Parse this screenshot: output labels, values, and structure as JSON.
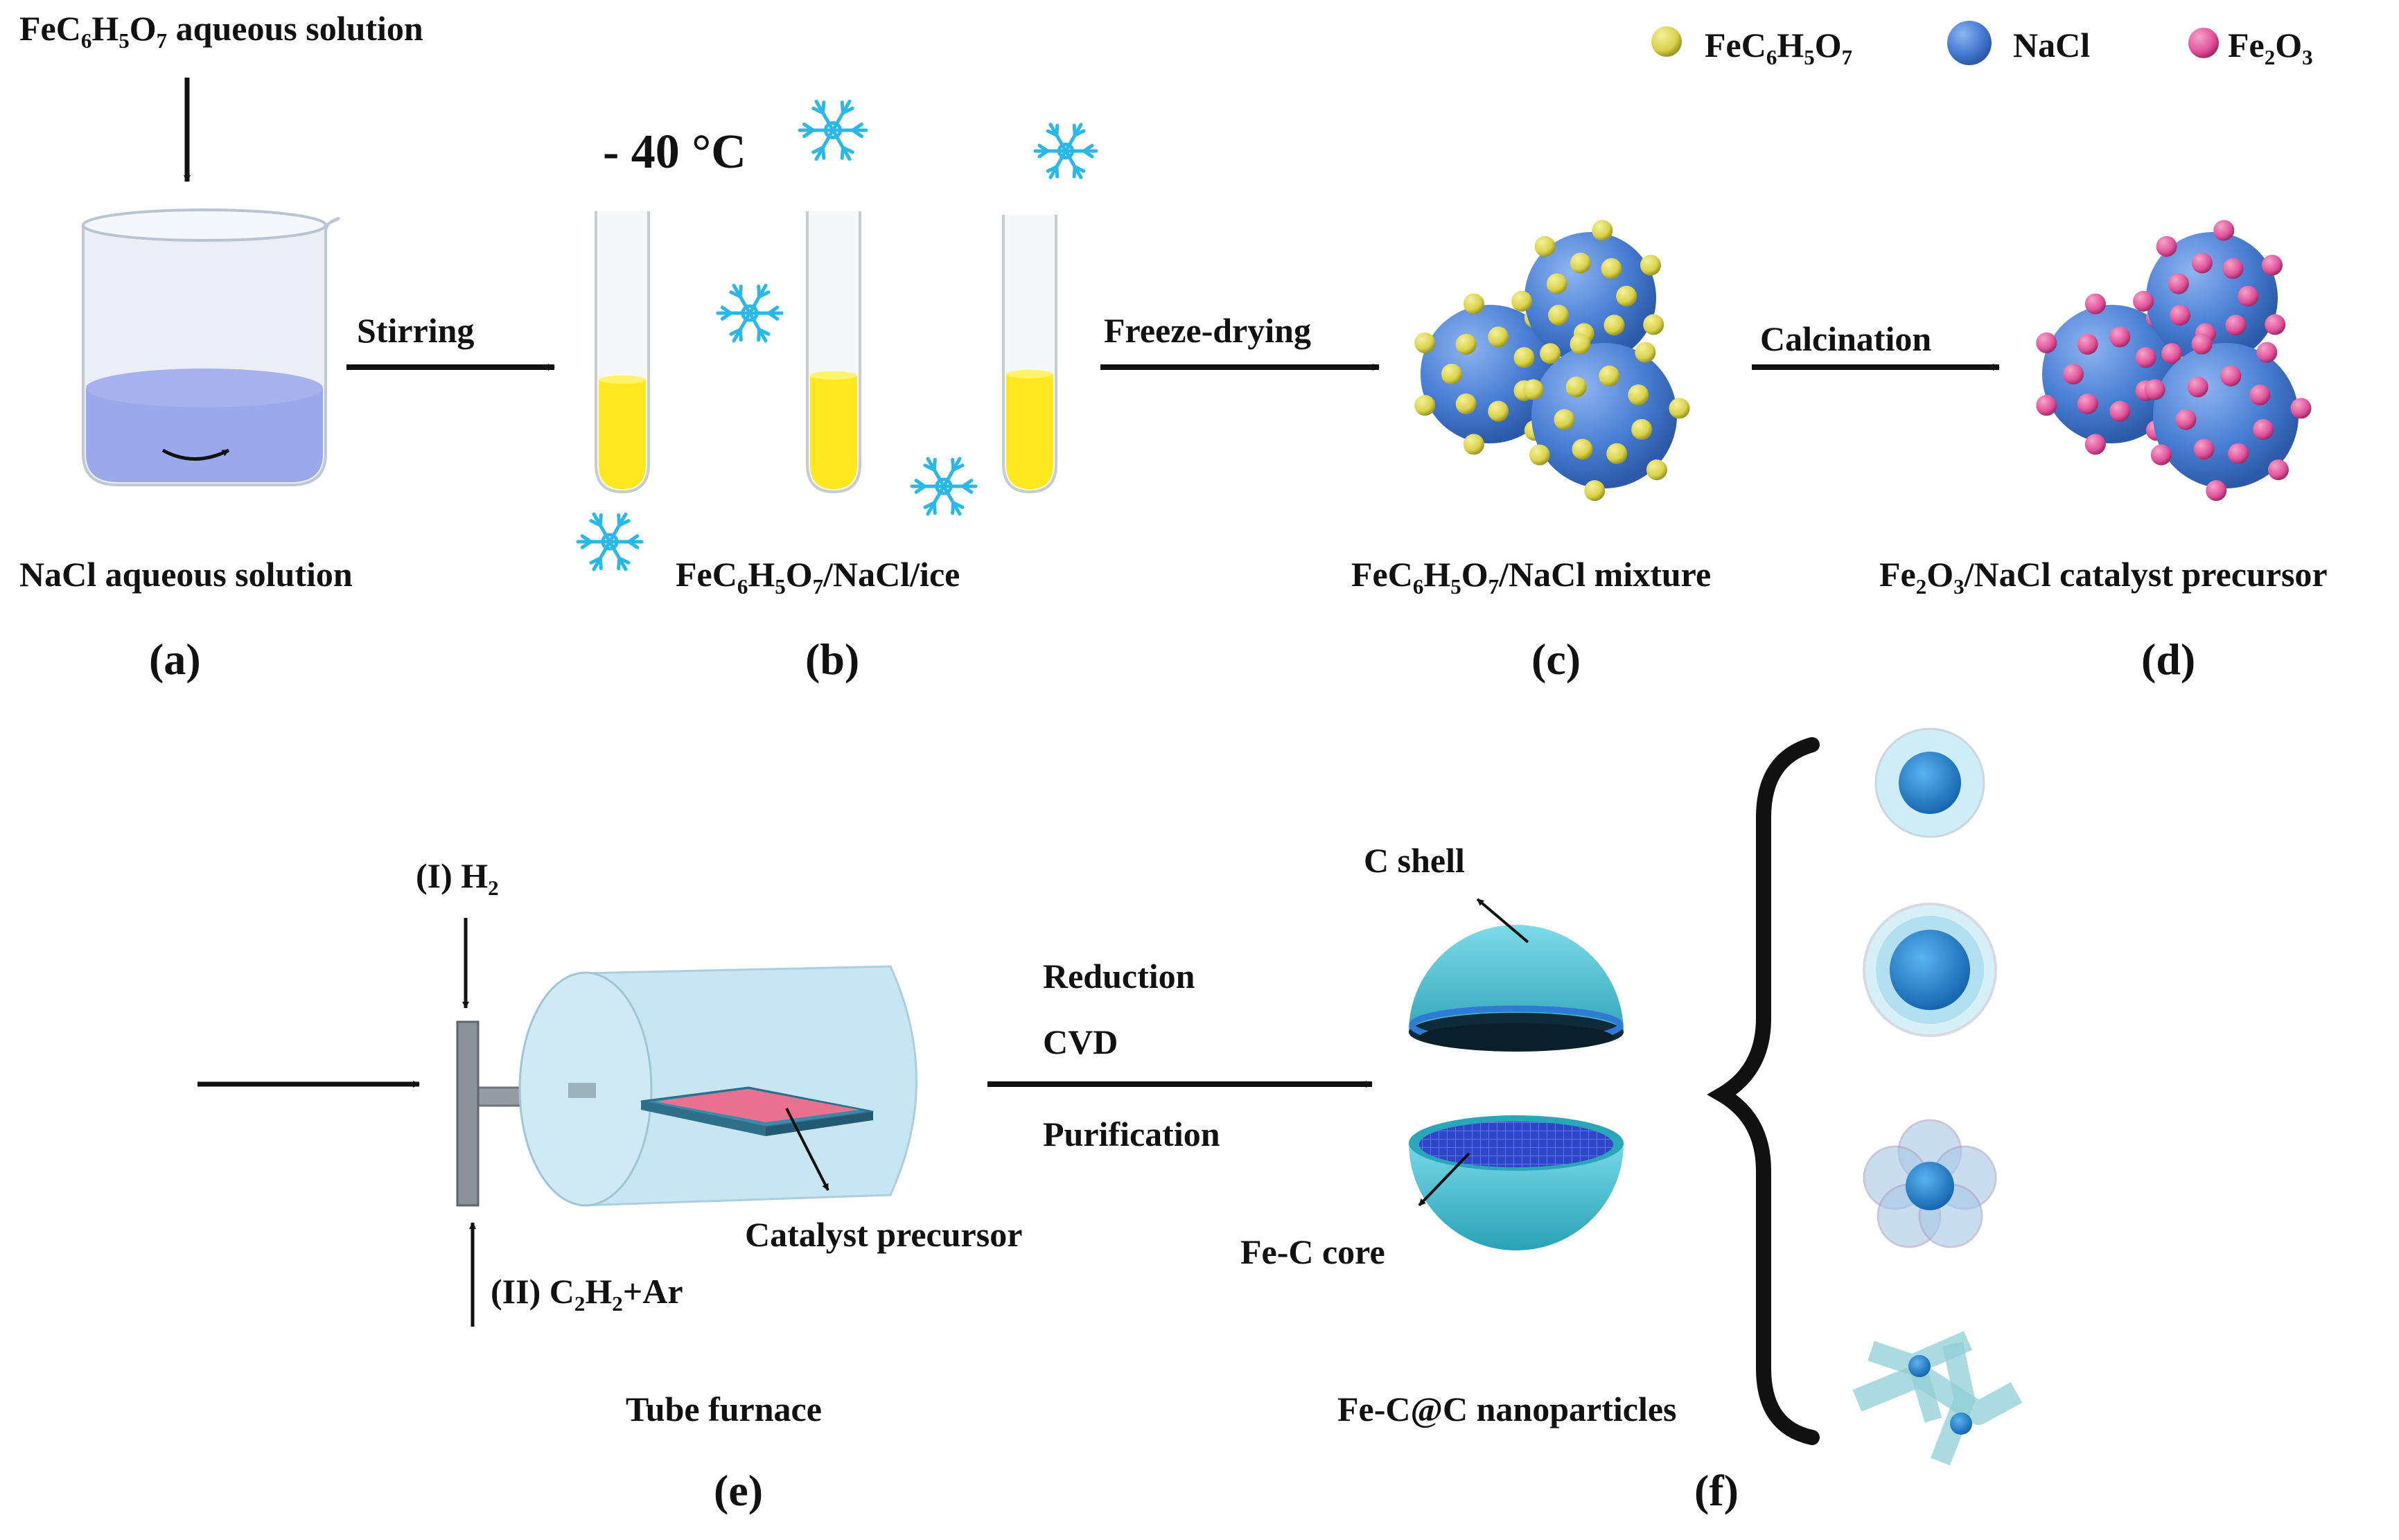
{
  "legend": {
    "items": [
      {
        "formula": [
          "FeC",
          "6",
          "H",
          "5",
          "O",
          "7"
        ],
        "color": "#d8d24a"
      },
      {
        "formula": [
          "NaCl"
        ],
        "color": "#4a7fd4"
      },
      {
        "formula": [
          "Fe",
          "2",
          "O",
          "3"
        ],
        "color": "#e0529a"
      }
    ]
  },
  "top_row": {
    "feed_label": [
      "FeC",
      "6",
      "H",
      "5",
      "O",
      "7",
      " aqueous solution"
    ],
    "temperature": "- 40 °C",
    "arrows": {
      "stirring": "Stirring",
      "freeze_drying": "Freeze-drying",
      "calcination": "Calcination"
    },
    "labels": {
      "a": "NaCl aqueous solution",
      "b": [
        "FeC",
        "6",
        "H",
        "5",
        "O",
        "7",
        "/NaCl/ice"
      ],
      "c": [
        "FeC",
        "6",
        "H",
        "5",
        "O",
        "7",
        "/NaCl mixture"
      ],
      "d": [
        "Fe",
        "2",
        "O",
        "3",
        "/NaCl catalyst precursor"
      ]
    },
    "panel_letters": {
      "a": "(a)",
      "b": "(b)",
      "c": "(c)",
      "d": "(d)"
    }
  },
  "bottom_row": {
    "gas_1": [
      "(I) H",
      "2",
      ""
    ],
    "gas_2": [
      "(II) C",
      "2",
      "H",
      "2",
      "+Ar"
    ],
    "catalyst_precursor": "Catalyst precursor",
    "tube_furnace": "Tube furnace",
    "process_steps": [
      "Reduction",
      "CVD",
      "Purification"
    ],
    "c_shell": "C shell",
    "fe_c_core": "Fe-C core",
    "nanoparticles": "Fe-C@C nanoparticles",
    "panel_letters": {
      "e": "(e)",
      "f": "(f)"
    }
  },
  "colors": {
    "nacl": "#4a7fd4",
    "citrate": "#d8d24a",
    "oxide": "#e0529a",
    "snowflake": "#29b8e8",
    "shell": "#2ab8c8",
    "core": "#1f7fd0",
    "solution": "#ffe81f"
  }
}
